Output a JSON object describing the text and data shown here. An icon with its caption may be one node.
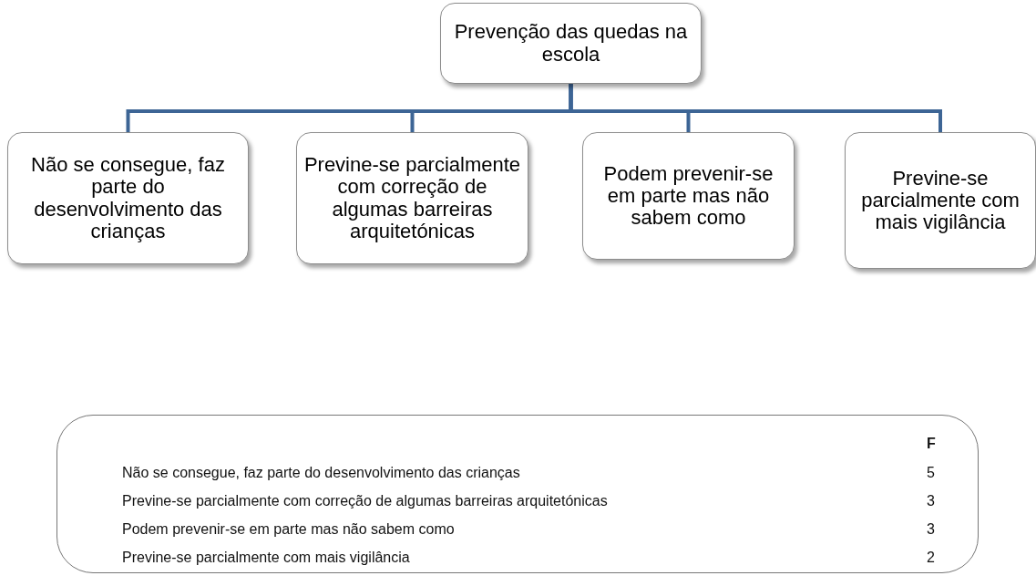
{
  "diagram": {
    "nodes": [
      {
        "text": [
          "Prevenção das quedas na escola"
        ]
      },
      {
        "text": [
          "Não se consegue, faz parte do desenvolvimento das crianças"
        ]
      },
      {
        "text": [
          "Previne-se parcialmente com correção de algumas barreiras arquitetónicas"
        ]
      },
      {
        "text": [
          "Podem prevenir-se em parte mas não sabem como"
        ]
      },
      {
        "text": [
          "Previne-se parcialmente com mais vigilância"
        ]
      }
    ],
    "edges": [
      {
        "from": 0,
        "to": 1,
        "arrow": "none"
      },
      {
        "from": 0,
        "to": 2,
        "arrow": "none"
      },
      {
        "from": 0,
        "to": 3,
        "arrow": "none"
      },
      {
        "from": 0,
        "to": 4,
        "arrow": "none"
      }
    ],
    "labels": [
      "F",
      "Não se consegue, faz parte do desenvolvimento das crianças",
      "5",
      "Previne-se parcialmente com correção de algumas barreiras arquitetónicas",
      "3",
      "Podem prevenir-se em parte mas não sabem como",
      "3",
      "Previne-se parcialmente com mais vigilância",
      "2"
    ]
  }
}
